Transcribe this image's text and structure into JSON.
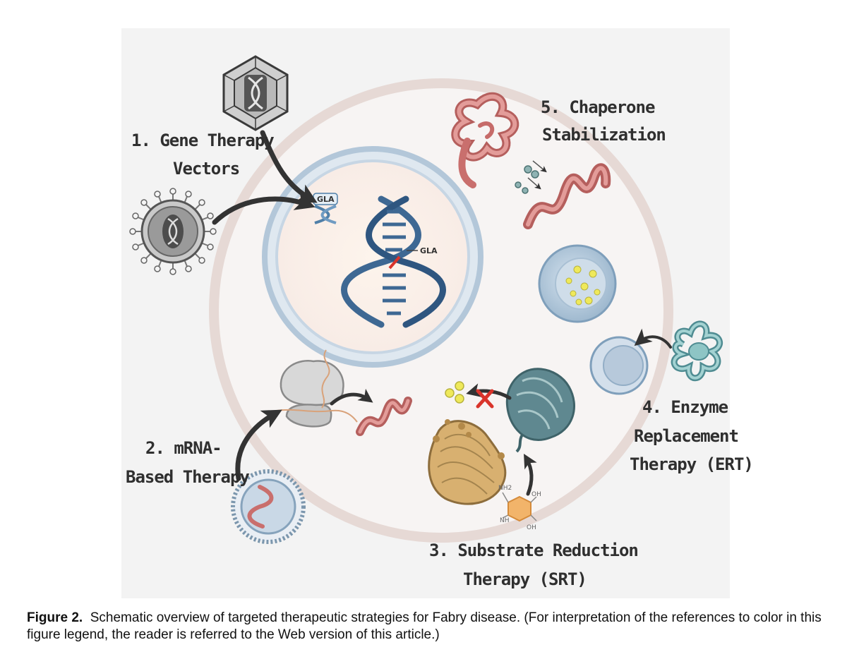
{
  "labels": {
    "gene_therapy_1": "1. Gene Therapy",
    "gene_therapy_2": "Vectors",
    "mrna_1": "2. mRNA-",
    "mrna_2": "Based Therapy",
    "srt_1": "3. Substrate Reduction",
    "srt_2": "Therapy (SRT)",
    "ert_1": "4. Enzyme",
    "ert_2": "Replacement",
    "ert_3": "Therapy (ERT)",
    "chaperone_1": "5. Chaperone",
    "chaperone_2": "Stabilization"
  },
  "gene_tags": {
    "vector_gene": "GLA",
    "nucleus_gene": "GLA"
  },
  "chem_labels": {
    "nh2": "NH2",
    "oh_top": "OH",
    "nh": "NH",
    "oh_bottom": "OH"
  },
  "caption": {
    "label": "Figure 2.",
    "text": "Schematic overview of targeted therapeutic strategies for Fabry disease. (For interpretation of the references to color in this figure legend, the reader is referred to the Web version of this article.)"
  },
  "colors": {
    "panel_bg": "#f3f3f3",
    "cell_ring": "#e8dcd8",
    "nucleus_ring": "#b7cadb",
    "dna_blue": "#3e6893",
    "protein_red": "#d06f6e",
    "golgi_tan": "#d7b272",
    "er_teal": "#5f8890",
    "vesicle_yellow": "#e8e84a",
    "arrow_dark": "#333333",
    "inhibit_red": "#d9342b"
  }
}
